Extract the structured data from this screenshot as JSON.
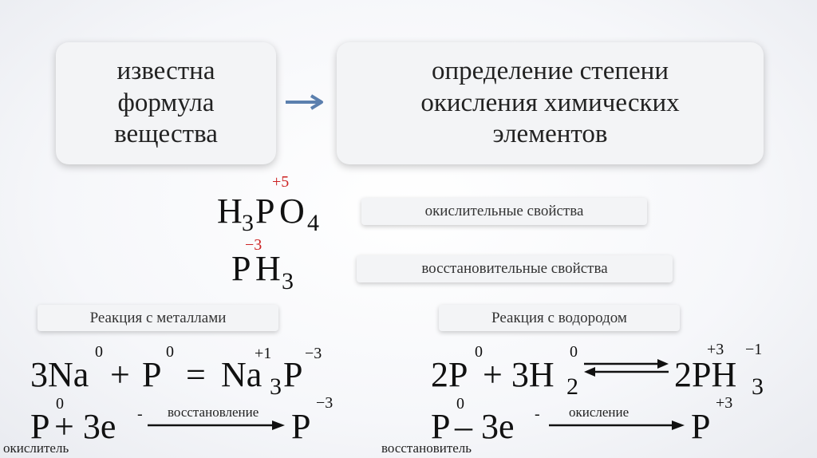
{
  "top": {
    "left_box": "известна\nформула\nвещества",
    "right_box": "определение степени\nокисления химических\nэлементов",
    "arrow_icon": "right-arrow-icon",
    "arrow_color": "#5b7fae"
  },
  "compounds": {
    "h3po4": {
      "h": "H",
      "h_sub": "3",
      "p": "P",
      "o": "O",
      "o_sub": "4",
      "p_ox": "+5"
    },
    "ph3": {
      "p": "P",
      "h": "H",
      "h_sub": "3",
      "p_ox": "−3"
    },
    "ox_color": "#cc2222"
  },
  "labels": {
    "oxidizing": "окислительные свойства",
    "reducing": "восстановительные свойства",
    "with_metals": "Реакция с металлами",
    "with_hydrogen": "Реакция с водородом"
  },
  "eq_metal": {
    "lhs_na": "3Na",
    "na_ox": "0",
    "plus": "+",
    "p": "P",
    "p_ox": "0",
    "equals": "=",
    "na3": "Na",
    "na3_sub": "3",
    "na3_ox": "+1",
    "p_rhs": "P",
    "p_rhs_ox": "−3"
  },
  "half_metal": {
    "p": "P",
    "p_ox": "0",
    "electrons": "+ 3e",
    "e_sup": "-",
    "process": "восстановление",
    "product": "P",
    "product_ox": "−3",
    "role": "окислитель"
  },
  "eq_hydro": {
    "lhs_p": "2P",
    "p_ox": "0",
    "plus_h": "+ 3H",
    "h_sub": "2",
    "h_ox": "0",
    "rhs": "2PH",
    "rhs_sub": "3",
    "rhs_p_ox": "+3",
    "rhs_h_ox": "−1"
  },
  "half_hydro": {
    "p": "P",
    "p_ox": "0",
    "electrons": "– 3e",
    "e_sup": "-",
    "process": "окисление",
    "product": "P",
    "product_ox": "+3",
    "role": "восстановитель"
  }
}
